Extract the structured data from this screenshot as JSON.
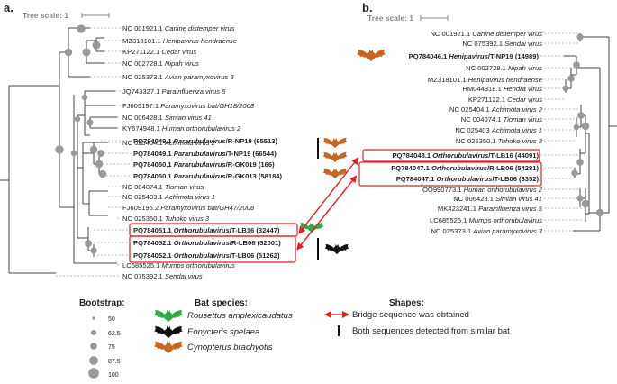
{
  "panel_a": {
    "label": "a.",
    "tree_scale": "Tree scale: 1",
    "leaves": [
      {
        "acc": "NC 001921.1",
        "name": "Canine distemper virus",
        "bold": false
      },
      {
        "acc": "MZ318101.1",
        "name": "Henipavirus hendraense",
        "bold": false
      },
      {
        "acc": "KP271122.1",
        "name": "Cedar virus",
        "bold": false
      },
      {
        "acc": "NC 002728.1",
        "name": "Nipah virus",
        "bold": false
      },
      {
        "acc": "NC 025373.1",
        "name": "Avian paramyxovirus 3",
        "bold": false
      },
      {
        "acc": "JQ743327.1",
        "name": "Parainfluenza virus 5",
        "bold": false
      },
      {
        "acc": "FJ609197.1",
        "name": "Paramyxovirus bat/GH18/2008",
        "bold": false
      },
      {
        "acc": "NC 006428.1",
        "name": "Simian virus 41",
        "bold": false
      },
      {
        "acc": "KY674948.1",
        "name": "Human orthorubulavirus 2",
        "bold": false
      },
      {
        "acc": "NC 025404.1",
        "name": "Achimota virus 2",
        "bold": false
      },
      {
        "acc": "PQ784049.1",
        "name": "Pararubulavirus",
        "suffix": "/R-NP19 (65513)",
        "bold": true
      },
      {
        "acc": "PQ784049.1",
        "name": "Pararubulavirus",
        "suffix": "/T-NP19 (66544)",
        "bold": true
      },
      {
        "acc": "PQ784050.1",
        "name": "Pararubulavirus",
        "suffix": "/R-GK019 (166)",
        "bold": true
      },
      {
        "acc": "PQ784050.1",
        "name": "Pararubulavirus",
        "suffix": "/R-GK013 (58184)",
        "bold": true
      },
      {
        "acc": "NC 004074.1",
        "name": "Tioman virus",
        "bold": false
      },
      {
        "acc": "NC 025403.1",
        "name": "Achimota virus 1",
        "bold": false
      },
      {
        "acc": "FJ609195.2",
        "name": "Paramyxovirus bat/GH47/2008",
        "bold": false
      },
      {
        "acc": "NC 025350.1",
        "name": "Tuhoko virus 3",
        "bold": false
      },
      {
        "acc": "PQ784051.1",
        "name": "Orthorubulavirus",
        "suffix": "/T-LB16 (32447)",
        "bold": true
      },
      {
        "acc": "PQ784052.1",
        "name": "Orthorubulavirus",
        "suffix": "/R-LB06 (52001)",
        "bold": true
      },
      {
        "acc": "PQ784052.1",
        "name": "Orthorubulavirus",
        "suffix": "/T-LB06 (51262)",
        "bold": true
      },
      {
        "acc": "LC685525.1",
        "name": "Mumps orthorubulavirus",
        "bold": false
      },
      {
        "acc": "NC 075392.1",
        "name": "Sendai virus",
        "bold": false
      }
    ]
  },
  "panel_b": {
    "label": "b.",
    "tree_scale": "Tree scale: 1",
    "leaves": [
      {
        "acc": "NC 001921.1",
        "name": "Canine distemper virus",
        "bold": false
      },
      {
        "acc": "NC 075392.1",
        "name": "Sendai virus",
        "bold": false
      },
      {
        "acc": "PQ784046.1",
        "name": "Henipavirus",
        "suffix": "/T-NP19 (14989)",
        "bold": true
      },
      {
        "acc": "NC 002728.1",
        "name": "Nipah virus",
        "bold": false
      },
      {
        "acc": "MZ318101.1",
        "name": "Henipavirus hendraense",
        "bold": false
      },
      {
        "acc": "HM044318.1",
        "name": "Hendra virus",
        "bold": false
      },
      {
        "acc": "KP271122.1",
        "name": "Cedar virus",
        "bold": false
      },
      {
        "acc": "NC 025404.1",
        "name": "Achimota virus 2",
        "bold": false
      },
      {
        "acc": "NC 004074.1",
        "name": "Tioman virus",
        "bold": false
      },
      {
        "acc": "NC 025403",
        "name": "Achimota virus 1",
        "bold": false
      },
      {
        "acc": "NC 025350.1",
        "name": "Tuhoko virus 3",
        "bold": false
      },
      {
        "acc": "PQ784048.1",
        "name": "Orthorubulavirus",
        "suffix": "/T-LB16 (44091)",
        "bold": true
      },
      {
        "acc": "PQ784047.1",
        "name": "Orthorubulavirus",
        "suffix": "/R-LB06 (54281)",
        "bold": true
      },
      {
        "acc": "PQ784047.1",
        "name": "Orthorubulavirus",
        "suffix": "/T-LB06 (3352)",
        "bold": true
      },
      {
        "acc": "OQ990773.1",
        "name": "Human orthorubulavirus 2",
        "bold": false
      },
      {
        "acc": "NC 006428.1",
        "name": "Simian virus 41",
        "bold": false
      },
      {
        "acc": "MK423241.1",
        "name": "Parainfluenza virus 5",
        "bold": false
      },
      {
        "acc": "LC685525.1",
        "name": "Mumps orthorubulavirus",
        "bold": false
      },
      {
        "acc": "NC 025373.1",
        "name": "Avian paramyxovirus 3",
        "bold": false
      }
    ]
  },
  "legend": {
    "bootstrap_title": "Bootstrap:",
    "bootstrap_values": [
      "50",
      "62.5",
      "75",
      "87.5",
      "100"
    ],
    "bat_title": "Bat species:",
    "bats": [
      {
        "name": "Rousettus amplexicaudatus",
        "color": "#2eaa4a"
      },
      {
        "name": "Eonycteris spelaea",
        "color": "#111111"
      },
      {
        "name": "Cynopterus brachyotis",
        "color": "#c8661e"
      }
    ],
    "shapes_title": "Shapes:",
    "shapes": [
      {
        "name": "Bridge sequence was obtained",
        "color": "#e02020"
      },
      {
        "name": "Both sequences detected from similar bat",
        "color": "#111111"
      }
    ]
  }
}
